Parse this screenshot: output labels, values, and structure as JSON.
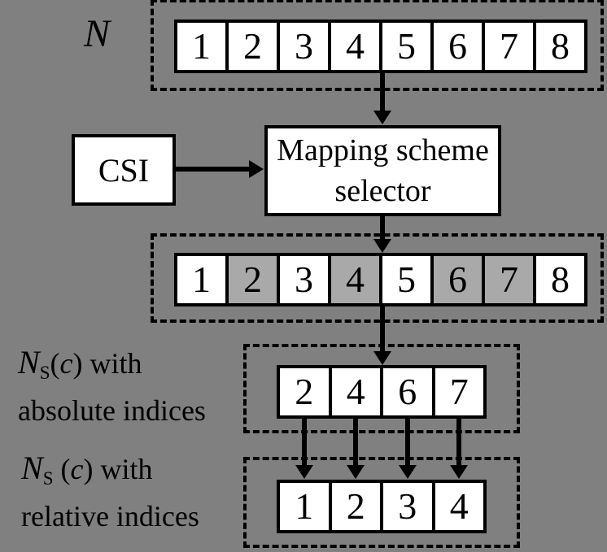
{
  "colors": {
    "background": "#808080",
    "cell_fill": "#ffffff",
    "cell_shaded_fill": "#a9a9a9",
    "line": "#000000"
  },
  "labels": {
    "full_set_symbol": "N",
    "csi": "CSI",
    "selector_line1": "Mapping scheme",
    "selector_line2": "selector",
    "absolute": {
      "symbol": "N",
      "subscript": "S",
      "open_paren": "(",
      "argument": "c",
      "close_paren": ")",
      "suffix": " with",
      "line2": "absolute indices"
    },
    "relative": {
      "symbol": "N",
      "subscript": "S",
      "open_paren": " (",
      "argument": "c",
      "close_paren": ")",
      "suffix": " with",
      "line2": "relative indices"
    }
  },
  "rows": {
    "full_set": {
      "cells": [
        "1",
        "2",
        "3",
        "4",
        "5",
        "6",
        "7",
        "8"
      ]
    },
    "mapped_set": {
      "cells": [
        "1",
        "2",
        "3",
        "4",
        "5",
        "6",
        "7",
        "8"
      ],
      "shaded_indices": [
        1,
        3,
        5,
        6
      ]
    },
    "absolute_set": {
      "cells": [
        "2",
        "4",
        "6",
        "7"
      ]
    },
    "relative_set": {
      "cells": [
        "1",
        "2",
        "3",
        "4"
      ]
    }
  }
}
